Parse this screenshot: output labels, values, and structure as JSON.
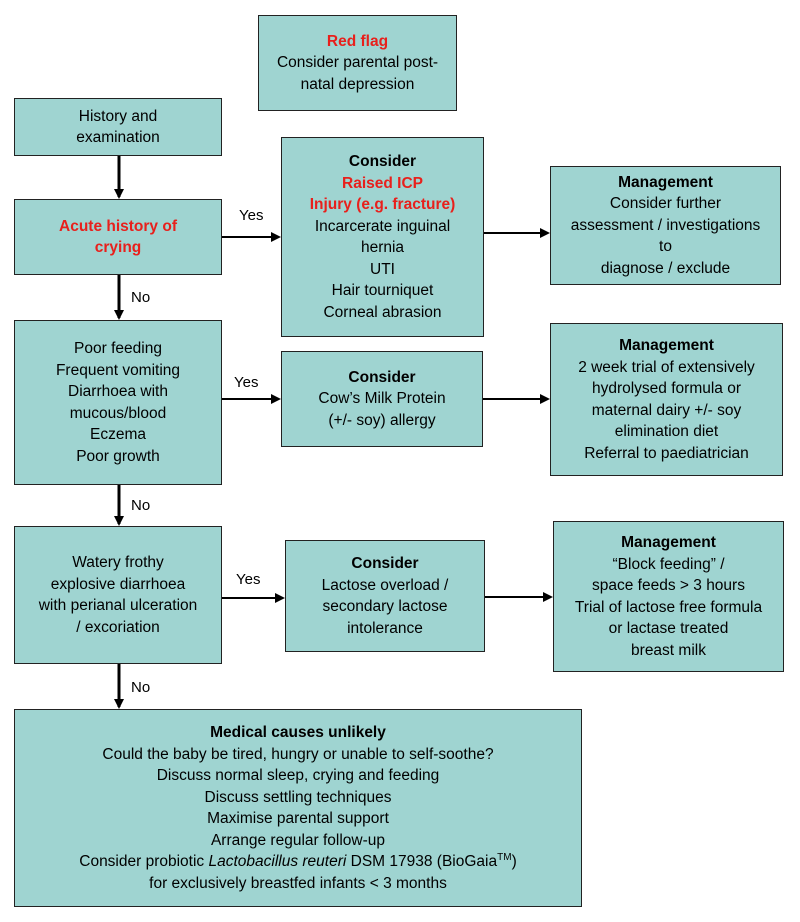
{
  "red_flag": {
    "title": "Red flag",
    "lines": [
      "Consider parental post-",
      "natal depression"
    ]
  },
  "history": {
    "lines": [
      "History and",
      "examination"
    ]
  },
  "acute": {
    "lines": [
      "Acute history of",
      "crying"
    ]
  },
  "consider1": {
    "title": "Consider",
    "red_lines": [
      "Raised ICP",
      "Injury (e.g. fracture)"
    ],
    "lines": [
      "Incarcerate inguinal",
      "hernia",
      "UTI",
      "Hair tourniquet",
      "Corneal abrasion"
    ]
  },
  "management1": {
    "title": "Management",
    "lines": [
      "Consider further",
      "assessment / investigations",
      "to",
      "diagnose / exclude"
    ]
  },
  "feeding": {
    "lines": [
      "Poor feeding",
      "Frequent vomiting",
      "Diarrhoea with",
      "mucous/blood",
      "Eczema",
      "Poor growth"
    ]
  },
  "consider2": {
    "title": "Consider",
    "lines": [
      "Cow’s Milk Protein",
      "(+/- soy) allergy"
    ]
  },
  "management2": {
    "title": "Management",
    "lines": [
      "2 week trial of extensively",
      "hydrolysed formula or",
      "maternal dairy +/- soy",
      "elimination diet",
      "Referral to paediatrician"
    ]
  },
  "watery": {
    "lines": [
      "Watery frothy",
      "explosive diarrhoea",
      "with perianal ulceration",
      "/ excoriation"
    ]
  },
  "consider3": {
    "title": "Consider",
    "lines": [
      "Lactose overload /",
      "secondary lactose",
      "intolerance"
    ]
  },
  "management3": {
    "title": "Management",
    "lines": [
      "“Block feeding” /",
      "space feeds > 3 hours",
      "Trial of lactose free formula",
      "or lactase treated",
      "breast milk"
    ]
  },
  "medical": {
    "title": "Medical causes unlikely",
    "lines": [
      "Could the baby be tired, hungry or unable to self-soothe?",
      "Discuss normal sleep, crying and feeding",
      "Discuss settling techniques",
      "Maximise parental support",
      "Arrange regular follow-up"
    ],
    "probiotic_pre": "Consider probiotic ",
    "probiotic_italic": "Lactobacillus reuteri",
    "probiotic_post": " DSM 17938 (BioGaia",
    "probiotic_sup": "TM",
    "probiotic_end": ")",
    "last_line": "for exclusively breastfed infants < 3 months"
  },
  "labels": {
    "yes1": "Yes",
    "no1": "No",
    "yes2": "Yes",
    "no2": "No",
    "yes3": "Yes",
    "no3": "No"
  },
  "colors": {
    "box_fill": "#9fd4d1",
    "red": "#e8201c"
  }
}
